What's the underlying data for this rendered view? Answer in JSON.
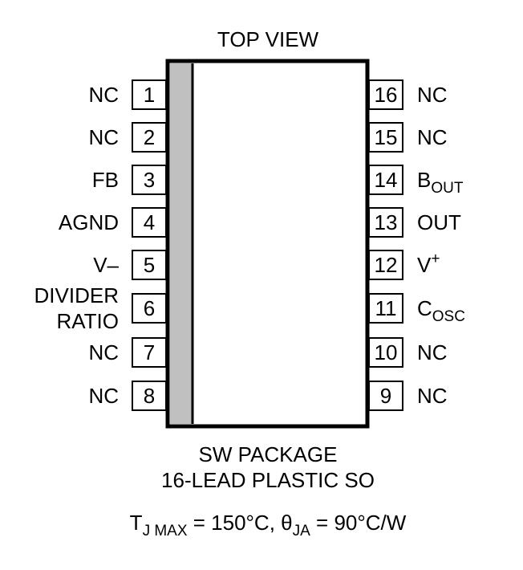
{
  "title": "TOP VIEW",
  "pins_left": [
    {
      "num": "1",
      "label": "NC"
    },
    {
      "num": "2",
      "label": "NC"
    },
    {
      "num": "3",
      "label": "FB"
    },
    {
      "num": "4",
      "label": "AGND"
    },
    {
      "num": "5",
      "label": "V–"
    },
    {
      "num": "6",
      "label_line1": "DIVIDER",
      "label_line2": "RATIO"
    },
    {
      "num": "7",
      "label": "NC"
    },
    {
      "num": "8",
      "label": "NC"
    }
  ],
  "pins_right": [
    {
      "num": "16",
      "label": "NC"
    },
    {
      "num": "15",
      "label": "NC"
    },
    {
      "num": "14",
      "label_main": "B",
      "label_sub": "OUT"
    },
    {
      "num": "13",
      "label": "OUT"
    },
    {
      "num": "12",
      "label_main": "V",
      "label_sup": "+"
    },
    {
      "num": "11",
      "label_main": "C",
      "label_sub": "OSC"
    },
    {
      "num": "10",
      "label": "NC"
    },
    {
      "num": "9",
      "label": "NC"
    }
  ],
  "package_line1": "SW PACKAGE",
  "package_line2": "16-LEAD PLASTIC SO",
  "thermal": {
    "tj": "T",
    "tj_sub": "J MAX",
    "tj_value": " = 150°C, ",
    "theta": "θ",
    "theta_sub": "JA",
    "theta_value": " = 90°C/W"
  },
  "colors": {
    "body_stripe": "#c0c0c0",
    "outline": "#000000"
  }
}
